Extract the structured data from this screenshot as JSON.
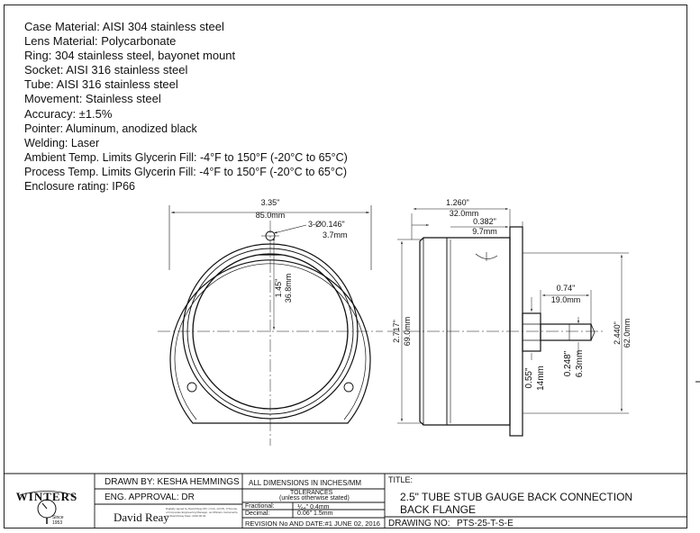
{
  "specs": [
    "Case Material: AISI 304 stainless steel",
    "Lens Material: Polycarbonate",
    "Ring: 304 stainless steel, bayonet mount",
    "Socket: AISI 316 stainless steel",
    "Tube: AISI 316 stainless steel",
    "Movement: Stainless steel",
    "Accuracy: ±1.5%",
    "Pointer: Aluminum, anodized black",
    "Welding: Laser",
    "Ambient Temp. Limits Glycerin Fill: -4°F to 150°F (-20°C to 65°C)",
    "Process Temp. Limits Glycerin Fill: -4°F to 150°F (-20°C to 65°C)",
    "Enclosure rating: IP66"
  ],
  "front_view": {
    "width_in": "3.35\"",
    "width_mm": "85.0mm",
    "hole_in": "3-Ø0.146\"",
    "hole_mm": "3.7mm",
    "offset_in": "1.45\"",
    "offset_mm": "36.8mm"
  },
  "side_view": {
    "depth_in": "1.260\"",
    "depth_mm": "32.0mm",
    "flange_in": "0.382\"",
    "flange_mm": "9.7mm",
    "height_in": "2.717\"",
    "height_mm": "69.0mm",
    "flange_height_in": "2.440\"",
    "flange_height_mm": "62.0mm",
    "stub_len_in": "0.74\"",
    "stub_len_mm": "19.0mm",
    "hex_in": "0.55\"",
    "hex_mm": "14mm",
    "stub_dia_in": "0.248\"",
    "stub_dia_mm": "6.3mm"
  },
  "title_block": {
    "logo_text": "WINTERS",
    "logo_since": "Since",
    "logo_year": "1953",
    "drawn_by": "DRAWN BY: KESHA HEMMINGS",
    "eng_approval": "ENG. APPROVAL: DR",
    "signature": "David Reay",
    "sig_note": "Digitally signed by David Reay DN: c=CA, st=ON, l=Toronto, o=Corporate Engineering Manager, ou=Winters Instruments, cn=David Reay Date: 2016.06.02",
    "dimensions_note": "ALL DIMENSIONS IN INCHES/MM",
    "tolerances": "TOLERANCES",
    "tolerances_sub": "(unless otherwise stated)",
    "fractional_label": "Fractional:",
    "fractional_value": "⅟₆₄\" 0.4mm",
    "decimal_label": "Decimal:",
    "decimal_value": "0.06\" 1.5mm",
    "revision": "REVISION No AND DATE:#1 JUNE 02, 2016",
    "title_label": "TITLE:",
    "title_line1": "2.5\" TUBE STUB GAUGE BACK CONNECTION",
    "title_line2": "BACK FLANGE",
    "drawing_no_label": "DRAWING NO:",
    "drawing_no": "PTS-25-T-S-E"
  }
}
